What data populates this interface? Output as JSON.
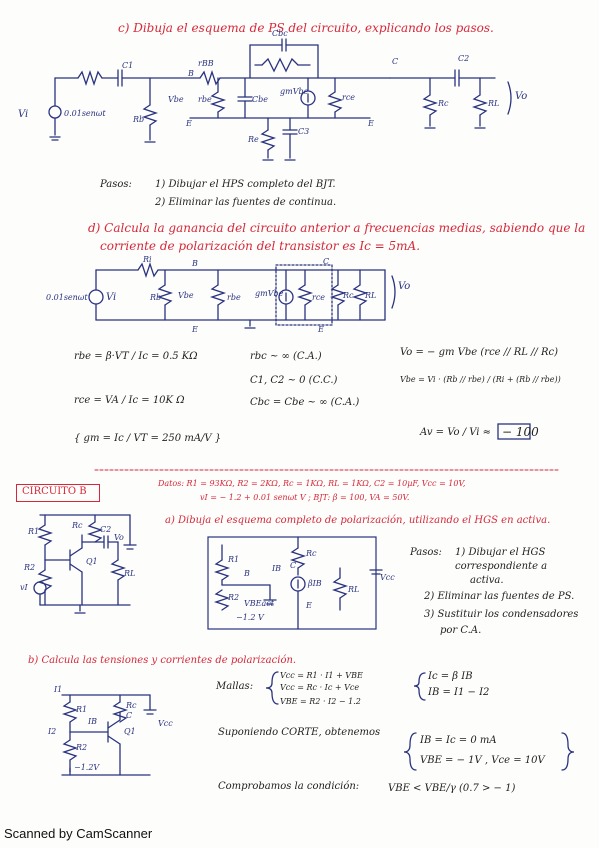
{
  "sec_c": {
    "heading": "c) Dibuja el esquema de PS del circuito, explicando los pasos.",
    "labels": {
      "c1": "C1",
      "c2": "C2",
      "c3": "C3",
      "cbc": "Cbc",
      "b": "B",
      "e_left": "E",
      "e_right": "E",
      "c_node": "C",
      "rbb": "rBB",
      "vbe": "Vbe",
      "rbe": "rbe",
      "cbe": "Cbe",
      "gmvbe": "gmVbe",
      "rce": "rce",
      "rc": "Rc",
      "rl": "RL",
      "vo": "Vo",
      "rb": "Rb",
      "re": "Re",
      "vi": "Vi",
      "source": "0.01senωt"
    },
    "steps_label": "Pasos:",
    "step1": "1) Dibujar el HPS completo del BJT.",
    "step2": "2) Eliminar las fuentes de continua."
  },
  "sec_d": {
    "heading": "d) Calcula la ganancia del circuito anterior a frecuencias medias, sabiendo que la",
    "heading2": "corriente de polarización del transistor es Ic = 5mA.",
    "labels": {
      "source": "0.01senωt",
      "vi": "Vi",
      "ri": "Ri",
      "b": "B",
      "rb": "Rb",
      "vbe": "Vbe",
      "rbe": "rbe",
      "gmvbe": "gmVbe",
      "rce": "rce",
      "rc": "Rc",
      "rl": "RL",
      "vo": "Vo",
      "c": "C",
      "e1": "E",
      "e2": "E"
    },
    "eq_rbe": "rbe = β·VT / Ic = 0.5 KΩ",
    "eq_rce": "rce = VA / Ic = 10K Ω",
    "eq_gm": "{ gm = Ic / VT = 250 mA/V }",
    "eq_rbc": "rbc ~ ∞ (C.A.)",
    "eq_c1c2": "C1, C2 ~ 0 (C.C.)",
    "eq_cbc": "Cbc = Cbe ~ ∞ (C.A.)",
    "eq_vo": "Vo = − gm Vbe (rce // RL // Rc)",
    "eq_vbe": "Vbe = Vi · (Rb // rbe) / (Ri + (Rb // rbe))",
    "eq_av": "Av = Vo / Vi ≈",
    "av_result": "− 100"
  },
  "sec_b_circ": {
    "title": "CIRCUITO B",
    "datos": "Datos: R1 = 93KΩ, R2 = 2KΩ, Rc = 1KΩ, RL = 1KΩ, C2 = 10µF, Vcc = 10V,",
    "datos2": "vI = − 1.2 + 0.01 senωt V ; BJT: β = 100, VA = 50V.",
    "heading_a": "a) Dibuja el esquema completo de polarización, utilizando el HGS en activa.",
    "steps_label": "Pasos:",
    "step1": "1) Dibujar el HGS",
    "step1b": "correspondiente a",
    "step1c": "activa.",
    "step2": "2) Eliminar las fuentes de PS.",
    "step3": "3) Sustituir los condensadores",
    "step3b": "por C.A.",
    "labels": {
      "r1": "R1",
      "rc": "Rc",
      "c2": "C2",
      "vo": "Vo",
      "r2": "R2",
      "q1": "Q1",
      "rl": "RL",
      "vi": "vI",
      "ib": "IB",
      "b": "B",
      "c": "C",
      "e": "E",
      "bib": "βIB",
      "vbeact": "VBEact",
      "minus12": "−1.2 V",
      "vcc": "Vcc"
    }
  },
  "sec_b": {
    "heading": "b) Calcula las tensiones y corrientes de polarización.",
    "mallas_label": "Mallas:",
    "m1": "Vcc = R1 · I1 + VBE",
    "m2": "Vcc = Rc · Ic + Vce",
    "m3": "VBE = R2 · I2 − 1.2",
    "k1": "Ic = β IB",
    "k2": "IB = I1 − I2",
    "suponiendo": "Suponiendo CORTE, obtenemos",
    "r1": "IB = Ic = 0 mA",
    "r2": "VBE = − 1V , Vce = 10V",
    "comprobamos": "Comprobamos la condición:",
    "cond": "VBE < VBE/γ  (0.7 > − 1)",
    "labels": {
      "i1": "I1",
      "r1": "R1",
      "rc": "Rc",
      "c": "C",
      "ib": "IB",
      "i2": "I2",
      "r2": "R2",
      "q1": "Q1",
      "vcc": "Vcc",
      "minus12": "−1.2V"
    }
  },
  "footer": "Scanned by CamScanner",
  "colors": {
    "ink_blue": "#2a3380",
    "ink_red": "#d6283a",
    "paper": "#fdfdfb"
  }
}
